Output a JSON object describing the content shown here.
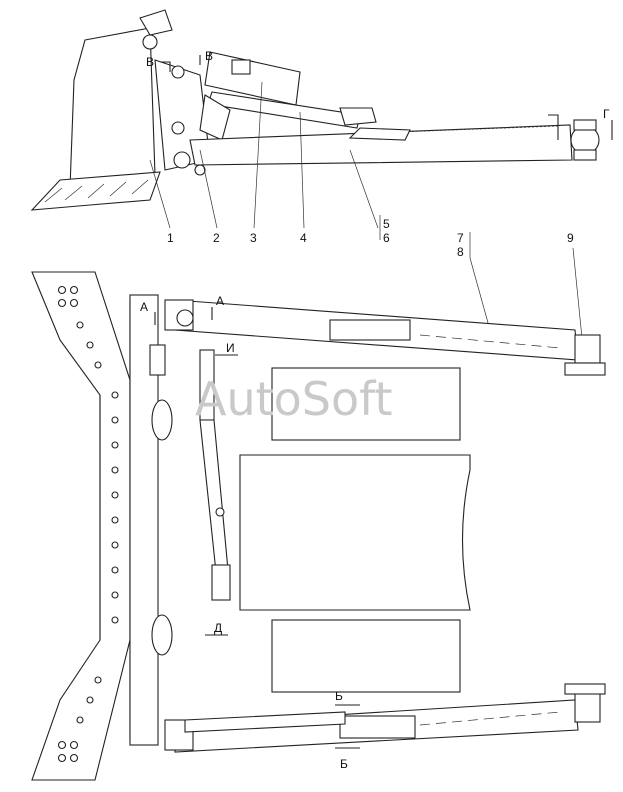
{
  "watermark": "AutoSoft",
  "colors": {
    "ink": "#222222",
    "watermark": "#c9c9c9",
    "background": "#ffffff"
  },
  "callouts": {
    "n1": "1",
    "n2": "2",
    "n3": "3",
    "n4": "4",
    "n5": "5",
    "n6": "6",
    "n7": "7",
    "n8": "8",
    "n9": "9"
  },
  "sections": {
    "top_b_upper": "В",
    "top_b_lower": "В",
    "top_g": "Г",
    "plan_a_left": "А",
    "plan_a_right": "А",
    "plan_i": "И",
    "plan_d": "Д",
    "plan_be_upper": "Б",
    "plan_be_lower": "Б"
  }
}
